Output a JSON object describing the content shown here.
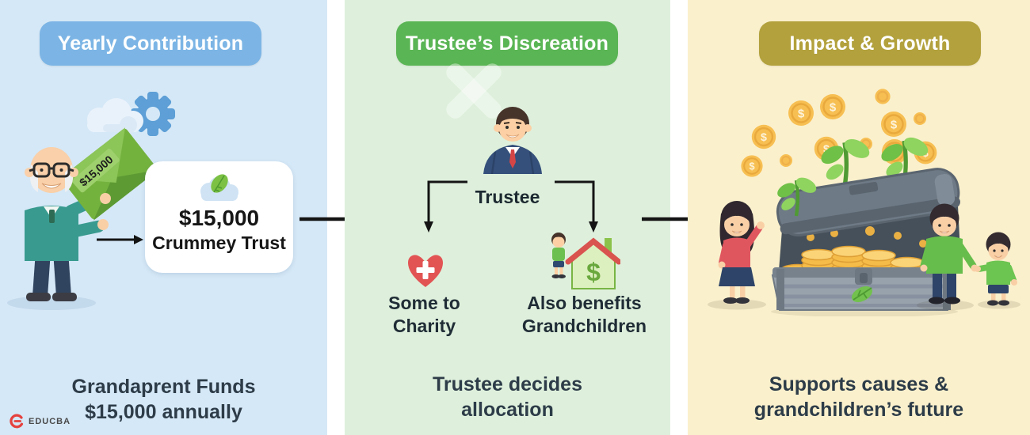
{
  "brand": {
    "logo_text": "EDUCBA",
    "logo_color": "#e5413e"
  },
  "icons": {
    "dollar_glyph": "$"
  },
  "panels": [
    {
      "id": "yearly-contribution",
      "header": "Yearly Contribution",
      "pill_color": "#7cb5e5",
      "bg_color": "#d5e8f7",
      "envelope_label": "$15,000",
      "card_amount": "$15,000",
      "card_name": "Crummey Trust",
      "caption_line1": "Grandaprent Funds",
      "caption_line2": "$15,000 annually"
    },
    {
      "id": "trustees-discretion",
      "header": "Trustee’s Discreation",
      "pill_color": "#5ab554",
      "bg_color": "#def0dc",
      "trustee_label": "Trustee",
      "branch_left_line1": "Some to",
      "branch_left_line2": "Charity",
      "branch_right_line1": "Also benefits",
      "branch_right_line2": "Grandchildren",
      "caption_line1": "Trustee decides",
      "caption_line2": "allocation"
    },
    {
      "id": "impact-growth",
      "header": "Impact & Growth",
      "pill_color": "#b2a13c",
      "bg_color": "#faf0cc",
      "caption_line1": "Supports causes &",
      "caption_line2": "grandchildren’s future"
    }
  ]
}
